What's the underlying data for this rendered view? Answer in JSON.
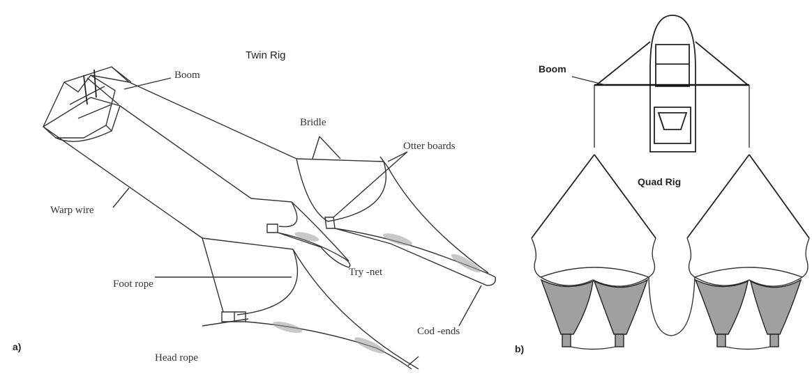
{
  "panel_a": {
    "title": "Twin Rig",
    "panel_label": "a)",
    "labels": {
      "boom": "Boom",
      "bridle": "Bridle",
      "otter_boards": "Otter boards",
      "warp_wire": "Warp wire",
      "try_net": "Try -net",
      "foot_rope": "Foot rope",
      "head_rope": "Head rope",
      "cod_ends": "Cod -ends"
    }
  },
  "panel_b": {
    "title": "Quad Rig",
    "panel_label": "b)",
    "labels": {
      "boom": "Boom"
    }
  }
}
